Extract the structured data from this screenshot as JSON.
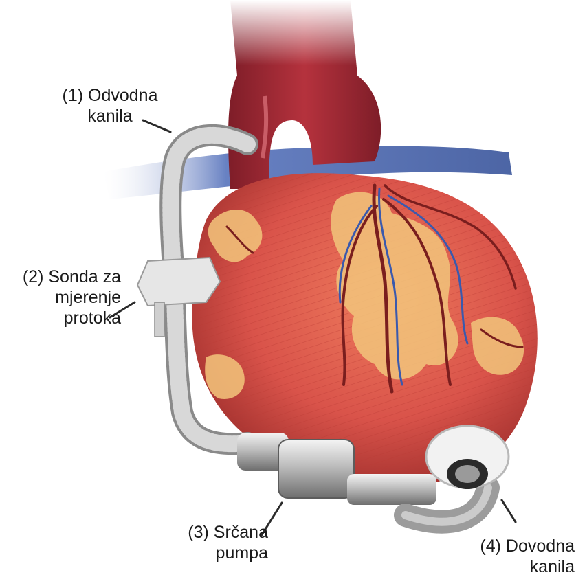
{
  "labels": {
    "outflow_cannula": {
      "line1": "(1) Odvodna",
      "line2": "kanila"
    },
    "flow_probe": {
      "line1": "(2) Sonda za",
      "line2": "mjerenje",
      "line3": "protoka"
    },
    "heart_pump": {
      "line1": "(3) Srčana",
      "line2": "pumpa"
    },
    "inflow_cannula": {
      "line1": "(4) Dovodna",
      "line2": "kanila"
    }
  },
  "colors": {
    "myocardium": "#d9534a",
    "aorta": "#a32a35",
    "vein": "#3d5fb0",
    "fat": "#f1c27a",
    "device": "#c9c9c9"
  }
}
